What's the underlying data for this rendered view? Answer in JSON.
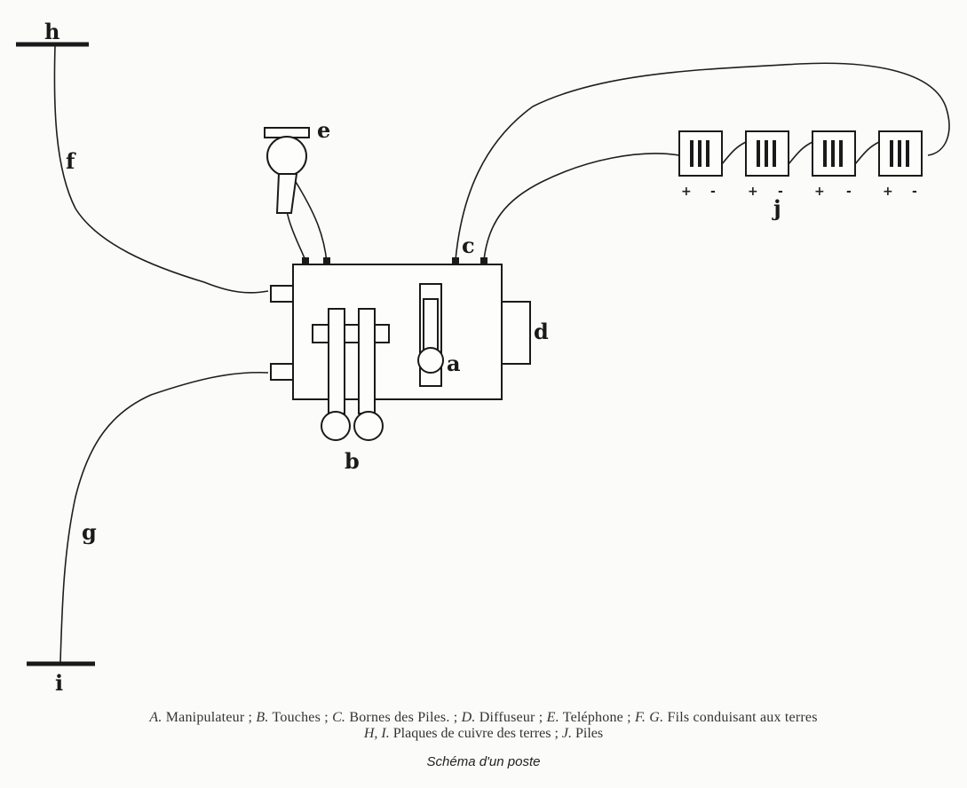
{
  "labels": {
    "h": "h",
    "f": "f",
    "e": "e",
    "c": "c",
    "d": "d",
    "a": "a",
    "b": "b",
    "g": "g",
    "i": "i",
    "j": "j"
  },
  "battery_signs": [
    "+",
    "-",
    "+",
    "-",
    "+",
    "-",
    "+",
    "-"
  ],
  "caption": {
    "line1": [
      {
        "key": "A.",
        "text": "Manipulateur ;"
      },
      {
        "key": "B.",
        "text": "Touches ;"
      },
      {
        "key": "C.",
        "text": "Bornes des Piles. ;"
      },
      {
        "key": "D.",
        "text": "Diffuseur ;"
      },
      {
        "key": "E.",
        "text": "Teléphone ;"
      },
      {
        "key": "F. G.",
        "text": "Fils conduisant aux terres"
      }
    ],
    "line2": [
      {
        "key": "H, I.",
        "text": "Plaques de cuivre des terres ;"
      },
      {
        "key": "J.",
        "text": "Piles"
      }
    ]
  },
  "title": "Schéma d'un poste"
}
